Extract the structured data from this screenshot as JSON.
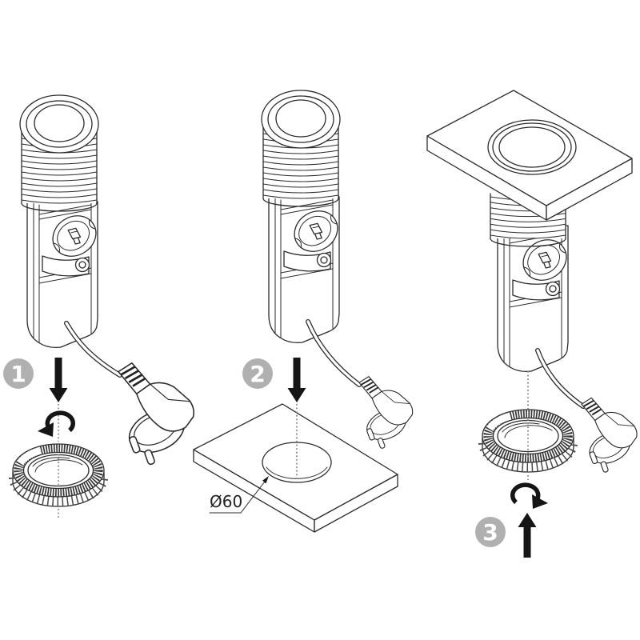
{
  "figure": {
    "background_color": "#ffffff",
    "line_color": "#2b2b2b",
    "arrow_color": "#151515",
    "badge_color": "#b0b0b0",
    "badge_text_color": "#ffffff",
    "steps": [
      {
        "badge": "1",
        "action_icons": [
          "arrow-down-icon",
          "rotate-counterclockwise-icon"
        ]
      },
      {
        "badge": "2",
        "action_icons": [
          "arrow-down-icon"
        ],
        "dimension_label": "Ø60"
      },
      {
        "badge": "3",
        "action_icons": [
          "rotate-clockwise-icon",
          "arrow-up-icon"
        ]
      }
    ]
  }
}
